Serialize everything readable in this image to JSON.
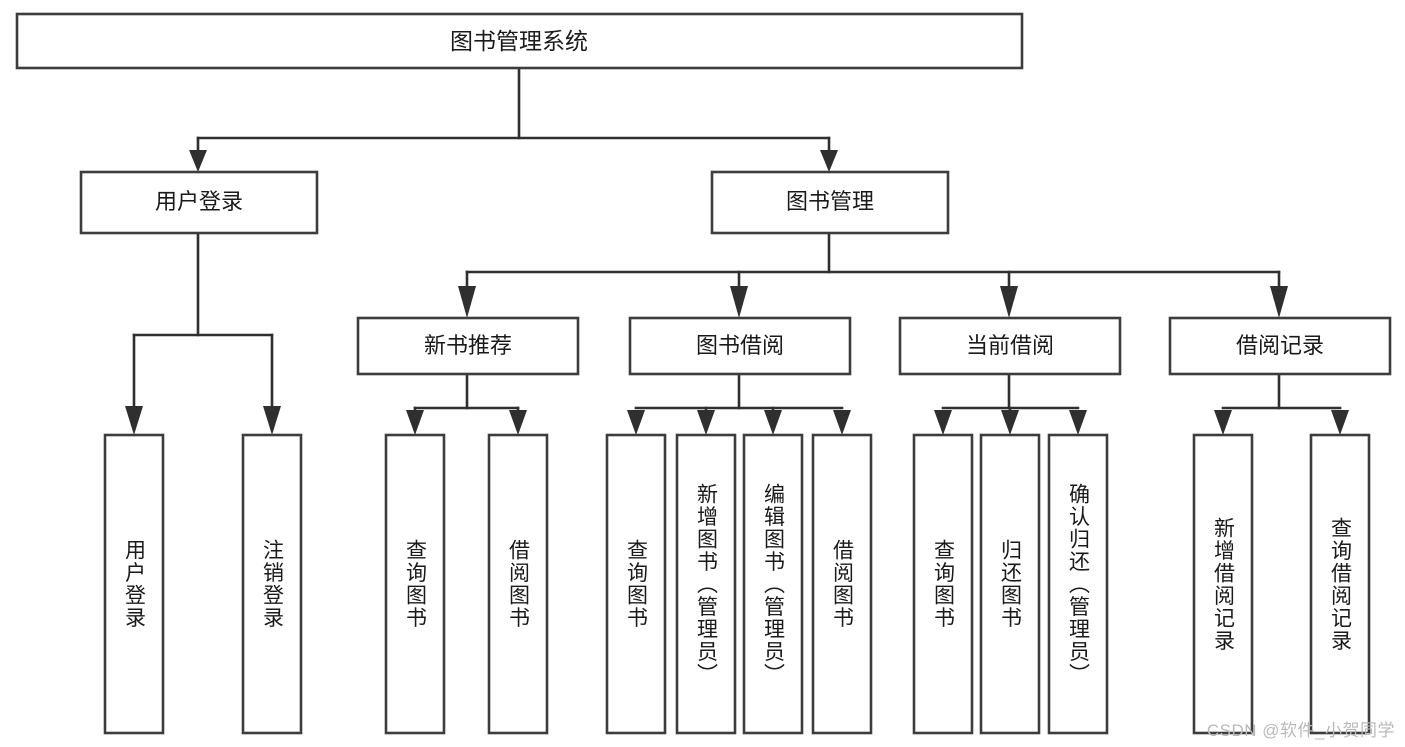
{
  "diagram": {
    "title_node": {
      "label": "图书管理系统"
    },
    "level2": [
      {
        "id": "user-login",
        "label": "用户登录"
      },
      {
        "id": "book-manage",
        "label": "图书管理"
      }
    ],
    "level3": [
      {
        "id": "new-book-recommend",
        "label": "新书推荐"
      },
      {
        "id": "book-borrow",
        "label": "图书借阅"
      },
      {
        "id": "current-borrow",
        "label": "当前借阅"
      },
      {
        "id": "borrow-record",
        "label": "借阅记录"
      }
    ],
    "leaves": {
      "user_login": [
        {
          "id": "leaf-user-login",
          "label": "用户登录"
        },
        {
          "id": "leaf-logout-login",
          "label": "注销登录"
        }
      ],
      "new_book_recommend": [
        {
          "id": "leaf-query-book-1",
          "label": "查询图书"
        },
        {
          "id": "leaf-borrow-book-1",
          "label": "借阅图书"
        }
      ],
      "book_borrow": [
        {
          "id": "leaf-query-book-2",
          "label": "查询图书"
        },
        {
          "id": "leaf-add-book",
          "label": "新增图书（管理员）"
        },
        {
          "id": "leaf-edit-book",
          "label": "编辑图书（管理员）"
        },
        {
          "id": "leaf-borrow-book-2",
          "label": "借阅图书"
        }
      ],
      "current_borrow": [
        {
          "id": "leaf-query-book-3",
          "label": "查询图书"
        },
        {
          "id": "leaf-return-book",
          "label": "归还图书"
        },
        {
          "id": "leaf-confirm-return",
          "label": "确认归还（管理员）"
        }
      ],
      "borrow_record": [
        {
          "id": "leaf-add-record",
          "label": "新增借阅记录"
        },
        {
          "id": "leaf-query-record",
          "label": "查询借阅记录"
        }
      ]
    },
    "colors": {
      "box_stroke": "#3d3d3d",
      "edge_stroke": "#2f2f2f",
      "box_fill": "#ffffff",
      "text": "#1a1a1a",
      "watermark": "#b9b9b9"
    }
  },
  "watermark": {
    "text": "CSDN @软件_小贺同学"
  }
}
